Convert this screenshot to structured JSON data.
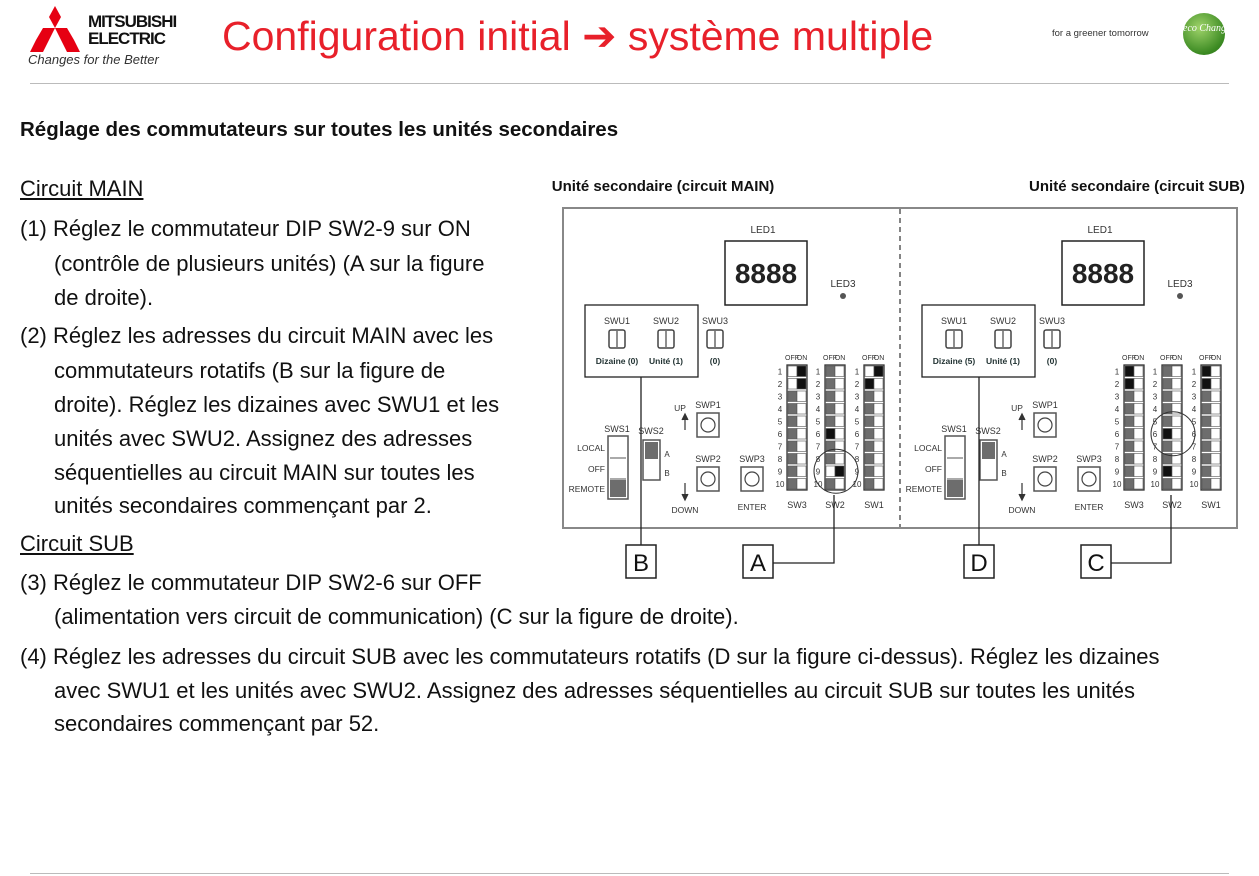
{
  "header": {
    "brand_line1": "MITSUBISHI",
    "brand_line2": "ELECTRIC",
    "tagline": "Changes for the Better",
    "title": "Configuration initial ➔ système multiple",
    "greener": "for a greener tomorrow",
    "eco_logo": "eco Changes",
    "title_color": "#e8202a"
  },
  "heading": "Réglage des commutateurs sur toutes les unités secondaires",
  "text": {
    "circuit_main": "Circuit MAIN",
    "circuit_sub": "Circuit SUB",
    "lines_main": [
      "(1) Réglez le commutateur DIP SW2-9 sur ON",
      "(contrôle de plusieurs unités) (A sur la figure",
      "de droite).",
      "(2) Réglez les adresses du circuit MAIN avec les",
      "commutateurs rotatifs (B sur la figure de",
      "droite). Réglez les dizaines avec SWU1 et les",
      "unités avec SWU2. Assignez des adresses",
      "séquentielles au circuit MAIN sur toutes les",
      "unités secondaires commençant par 2."
    ],
    "lines_sub": [
      "(3) Réglez le commutateur DIP SW2-6 sur OFF",
      "(alimentation vers circuit de communication) (C sur la figure de droite).",
      "(4) Réglez les adresses du circuit SUB avec les commutateurs rotatifs (D sur la figure ci-dessus). Réglez les dizaines",
      "avec SWU1 et les unités avec SWU2. Assignez des adresses séquentielles au circuit SUB sur toutes les unités",
      "secondaires commençant par 52."
    ]
  },
  "figure": {
    "common": {
      "led1": "LED1",
      "led_display": "8888",
      "led3": "LED3",
      "swu1": "SWU1",
      "swu2": "SWU2",
      "swu3": "SWU3",
      "swu3_value": "(0)",
      "sws1": "SWS1",
      "sws2": "SWS2",
      "local": "LOCAL",
      "off": "OFF",
      "remote": "REMOTE",
      "a": "A",
      "b": "B",
      "swp1": "SWP1",
      "swp2": "SWP2",
      "swp3": "SWP3",
      "up": "UP",
      "down": "DOWN",
      "enter": "ENTER",
      "off_label": "OFF",
      "on_label": "ON",
      "row_numbers": [
        "1",
        "2",
        "3",
        "4",
        "5",
        "6",
        "7",
        "8",
        "9",
        "10"
      ]
    },
    "panels": [
      {
        "caption": "Unité secondaire (circuit MAIN)",
        "dizaine": "Dizaine (0)",
        "unite": "Unité (1)",
        "callout_left": "B",
        "callout_right": "A",
        "circled_switch": "SW2",
        "circled_rows": [
          8,
          9,
          10
        ],
        "dips": [
          {
            "name": "SW3",
            "rows": [
              "N",
              "N",
              "G",
              "G",
              "G",
              "G",
              "G",
              "G",
              "G",
              "G"
            ]
          },
          {
            "name": "SW2",
            "rows": [
              "G",
              "G",
              "G",
              "G",
              "G",
              "K",
              "G",
              "G",
              "N",
              "G"
            ]
          },
          {
            "name": "SW1",
            "rows": [
              "N",
              "K",
              "G",
              "G",
              "G",
              "G",
              "G",
              "G",
              "G",
              "G"
            ]
          }
        ]
      },
      {
        "caption": "Unité secondaire (circuit SUB)",
        "dizaine": "Dizaine (5)",
        "unite": "Unité (1)",
        "callout_left": "D",
        "callout_right": "C",
        "circled_switch": "SW2",
        "circled_rows": [
          5,
          6,
          7
        ],
        "dips": [
          {
            "name": "SW3",
            "rows": [
              "K",
              "K",
              "G",
              "G",
              "G",
              "G",
              "G",
              "G",
              "G",
              "G"
            ]
          },
          {
            "name": "SW2",
            "rows": [
              "G",
              "G",
              "G",
              "G",
              "G",
              "K",
              "G",
              "G",
              "K",
              "G"
            ]
          },
          {
            "name": "SW1",
            "rows": [
              "K",
              "K",
              "G",
              "G",
              "G",
              "G",
              "G",
              "G",
              "G",
              "G"
            ]
          }
        ]
      }
    ]
  }
}
